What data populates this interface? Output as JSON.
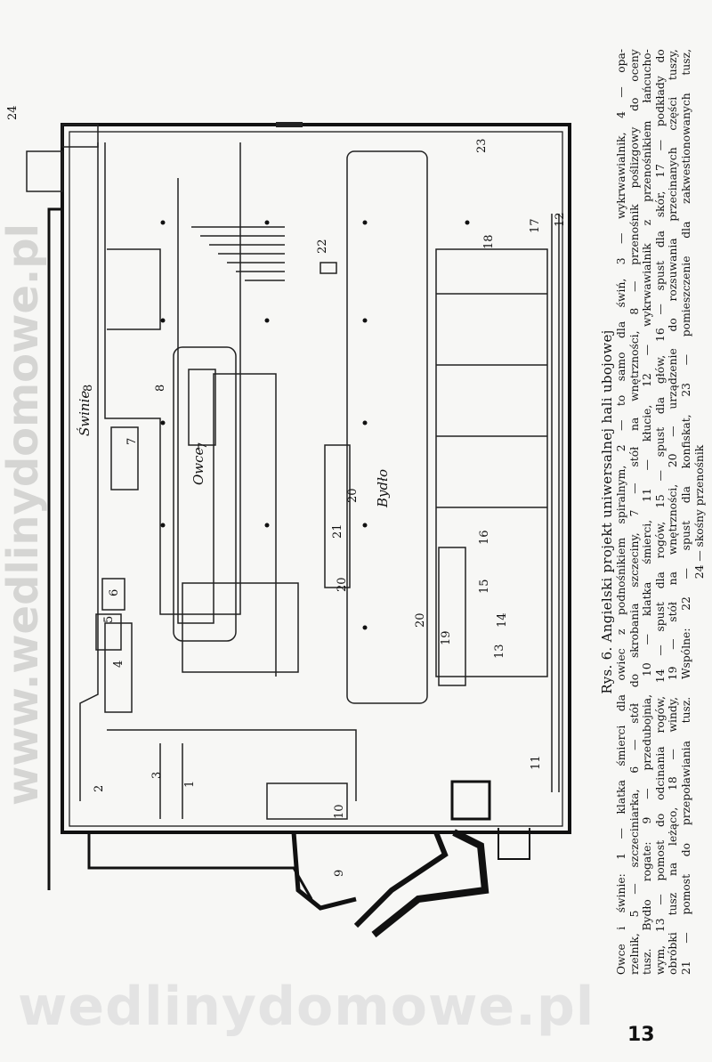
{
  "figure": {
    "section_labels": {
      "pigs": "Świnie",
      "sheep": "Owce",
      "cattle": "Bydło"
    },
    "numbers": [
      "1",
      "2",
      "3",
      "4",
      "5",
      "6",
      "7",
      "7",
      "8",
      "8",
      "9",
      "10",
      "11",
      "12",
      "13",
      "14",
      "15",
      "16",
      "17",
      "18",
      "19",
      "20",
      "20",
      "20",
      "21",
      "22",
      "23",
      "24"
    ]
  },
  "caption": {
    "title": "Rys. 6. Angielski projekt uniwersalnej hali ubojowej",
    "lines": [
      "Owce i świnie: 1 — klatka śmierci dla owiec z podnośnikiem spiralnym, 2 — to samo dla świń, 3 — wykrwawialnik, 4 — opa-",
      "rzelnik, 5 — szczeciniarka, 6 — stół do skrobania szczeciny, 7 — stół na wnętrzności, 8 — przenośnik poślizgowy do oceny",
      "tusz. Bydło rogate: 9 — przedubojnia, 10 — klatka śmierci, 11 — kłucie, 12 — wykrwawialnik z przenośnikiem łańcucho-",
      "wym, 13 — pomost do odcinania rogów, 14 — spust dla rogów, 15 — spust dla głów, 16 — spust dla skór, 17 — podkłady do",
      "obróbki tusz na leżąco, 18 — windy, 19 — stół na wnętrzności, 20 — urządzenie do rozsuwania przecinanych części tuszy,",
      "21 — pomost do przepoławiania tusz. Wspólne: 22 — spust dla konfiskat, 23 — pomieszczenie dla zakwestionowanych tusz,",
      "24 — skośny przenośnik"
    ]
  },
  "page_number": "13",
  "watermark": {
    "diagonal": "www.wedlinydomowe.pl",
    "bottom": "wedlinydomowe.pl"
  }
}
